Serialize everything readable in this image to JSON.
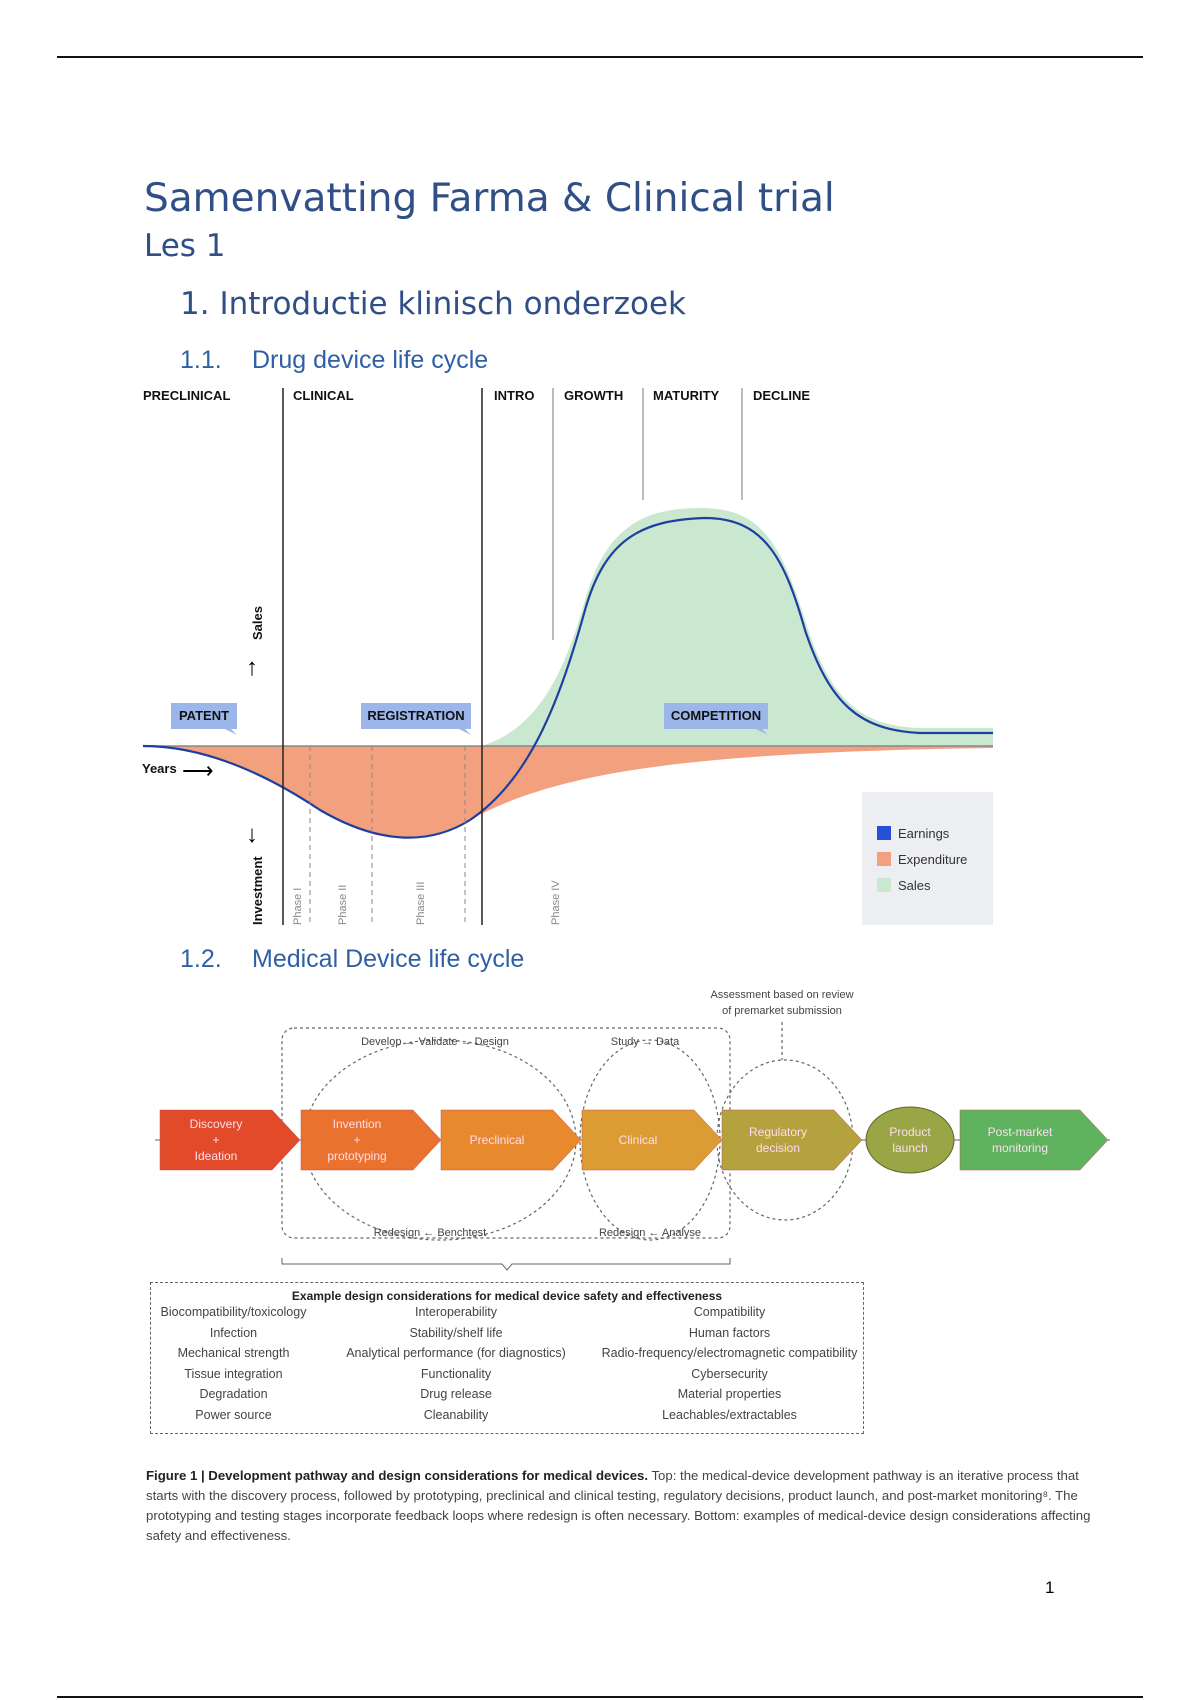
{
  "title": "Samenvatting Farma & Clinical trial",
  "subtitle": "Les 1",
  "section1": {
    "number": "1.",
    "label": "Introductie klinisch onderzoek"
  },
  "section1_1": {
    "number": "1.1.",
    "label": "Drug device life cycle"
  },
  "section1_2": {
    "number": "1.2.",
    "label": "Medical Device life cycle"
  },
  "drug_chart": {
    "phases": [
      "PRECLINICAL",
      "CLINICAL",
      "INTRO",
      "GROWTH",
      "MATURITY",
      "DECLINE"
    ],
    "tags": [
      "PATENT",
      "REGISTRATION",
      "COMPETITION"
    ],
    "y_up": "Sales",
    "y_down": "Investment",
    "x_axis": "Years",
    "trial_phases": [
      "Phase I",
      "Phase II",
      "Phase III",
      "Phase IV"
    ],
    "legend": [
      "Earnings",
      "Expenditure",
      "Sales"
    ],
    "colors": {
      "earnings": "#1f3f9e",
      "expenditure": "#f3a07e",
      "sales": "#c9e8cf"
    }
  },
  "device_diagram": {
    "stages": [
      "Discovery + Ideation",
      "Invention + prototyping",
      "Preclinical",
      "Clinical",
      "Regulatory decision",
      "Product launch",
      "Post-market monitoring"
    ],
    "stage_lines": [
      [
        "Discovery",
        "+",
        "Ideation"
      ],
      [
        "Invention",
        "+",
        "prototyping"
      ],
      [
        "Preclinical"
      ],
      [
        "Clinical"
      ],
      [
        "Regulatory",
        "decision"
      ],
      [
        "Product",
        "launch"
      ],
      [
        "Post-market",
        "monitoring"
      ]
    ],
    "loop_top_1": "Develop → Validate → Design",
    "loop_bottom_1": "Redesign ← Benchtest",
    "loop_top_2": "Study → Data",
    "loop_bottom_2": "Redesign ← Analyse",
    "assessment": [
      "Assessment based on review",
      "of premarket submission"
    ]
  },
  "considerations": {
    "title": "Example design considerations for medical device safety and effectiveness",
    "rows": [
      [
        "Biocompatibility/toxicology",
        "Interoperability",
        "Compatibility"
      ],
      [
        "Infection",
        "Stability/shelf life",
        "Human factors"
      ],
      [
        "Mechanical strength",
        "Analytical performance (for diagnostics)",
        "Radio-frequency/electromagnetic compatibility"
      ],
      [
        "Tissue integration",
        "Functionality",
        "Cybersecurity"
      ],
      [
        "Degradation",
        "Drug release",
        "Material properties"
      ],
      [
        "Power source",
        "Cleanability",
        "Leachables/extractables"
      ]
    ]
  },
  "caption": {
    "bold": "Figure 1 | Development pathway and design considerations for medical devices.",
    "text": " Top: the medical-device development pathway is an iterative process that starts with the discovery process, followed by prototyping, preclinical and clinical testing, regulatory decisions, product launch, and post-market monitoring⁸. The prototyping and testing stages incorporate feedback loops where redesign is often necessary. Bottom: examples of medical-device design considerations affecting safety and effectiveness."
  },
  "page_number": "1"
}
